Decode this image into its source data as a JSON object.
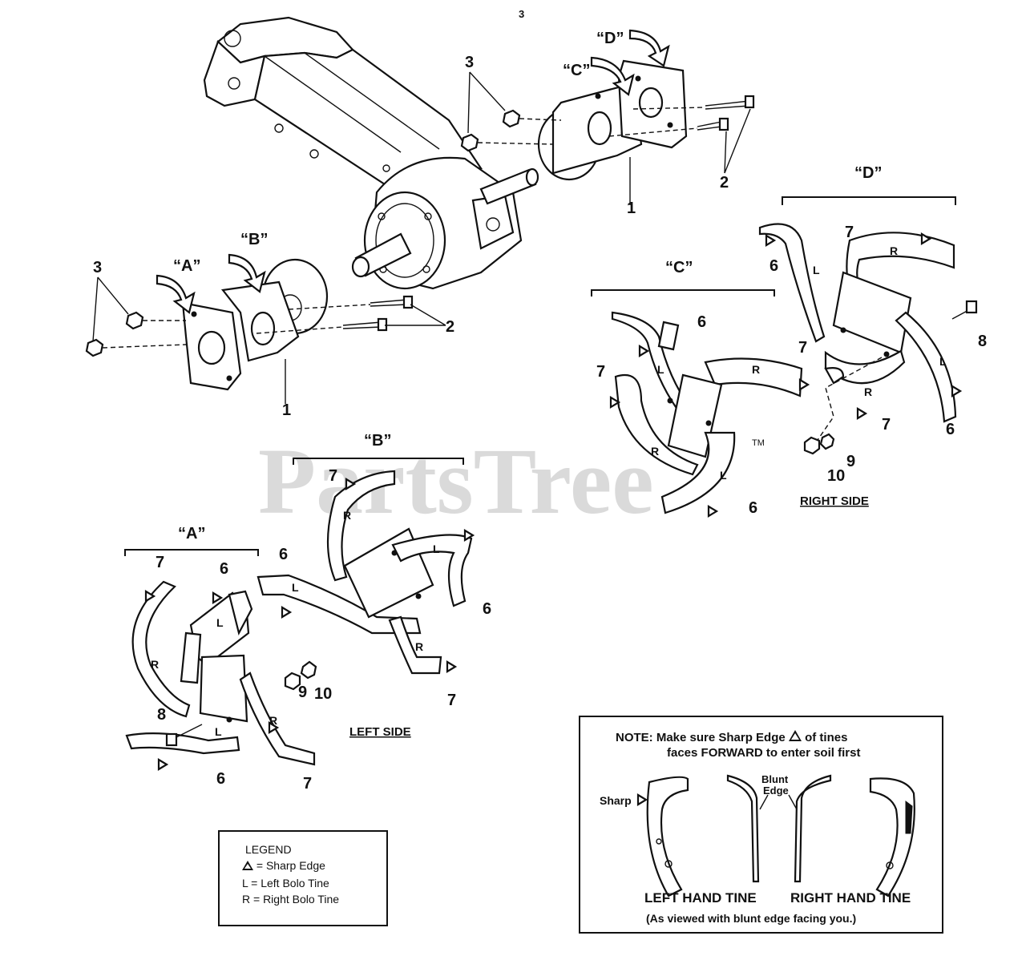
{
  "header": {
    "page_number": "3"
  },
  "watermark": {
    "text": "PartsTree",
    "tm": "TM"
  },
  "callouts": {
    "bracket_A": "“A”",
    "bracket_B": "“B”",
    "bracket_C": "“C”",
    "bracket_D": "“D”",
    "part_1": "1",
    "part_2": "2",
    "part_3": "3",
    "part_6": "6",
    "part_7": "7",
    "part_8": "8",
    "part_9": "9",
    "part_10": "10",
    "tine_L": "L",
    "tine_R": "R"
  },
  "sides": {
    "left": "LEFT SIDE",
    "right": "RIGHT SIDE"
  },
  "legend": {
    "title": "LEGEND",
    "sharp_suffix": "= Sharp Edge",
    "left_row": "L  =  Left Bolo Tine",
    "right_row": "R  =  Right Bolo Tine"
  },
  "note": {
    "line1_prefix": "NOTE:  Make sure Sharp Edge",
    "line1_suffix": "of tines",
    "line2": "faces FORWARD to enter soil first",
    "sharp_label": "Sharp",
    "blunt_label_1": "Blunt",
    "blunt_label_2": "Edge",
    "left_hand": "LEFT HAND TINE",
    "right_hand": "RIGHT HAND TINE",
    "viewed": "(As viewed with blunt edge facing you.)"
  },
  "colors": {
    "ink": "#111111",
    "watermark": "#bdbdbd",
    "paper": "#ffffff"
  }
}
